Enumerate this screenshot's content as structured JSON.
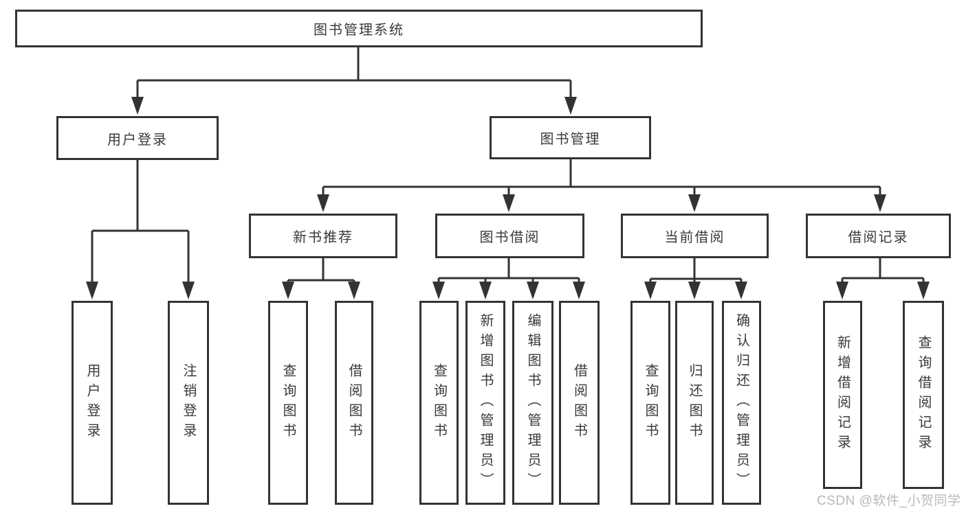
{
  "colors": {
    "line": "#333333",
    "box_border": "#333333",
    "text": "#3a3a3a",
    "background": "#ffffff",
    "watermark": "#b9b9b9"
  },
  "watermark": {
    "text": "CSDN @软件_小贺同学"
  },
  "tree": {
    "root": {
      "label": "图书管理系统"
    },
    "branches": [
      {
        "label": "用户登录",
        "children": [
          {
            "label": "用户登录"
          },
          {
            "label": "注销登录"
          }
        ]
      },
      {
        "label": "图书管理",
        "children": [
          {
            "label": "新书推荐",
            "children": [
              {
                "label": "查询图书"
              },
              {
                "label": "借阅图书"
              }
            ]
          },
          {
            "label": "图书借阅",
            "children": [
              {
                "label": "查询图书"
              },
              {
                "label": "新增图书（管理员）"
              },
              {
                "label": "编辑图书（管理员）"
              },
              {
                "label": "借阅图书"
              }
            ]
          },
          {
            "label": "当前借阅",
            "children": [
              {
                "label": "查询图书"
              },
              {
                "label": "归还图书"
              },
              {
                "label": "确认归还（管理员）"
              }
            ]
          },
          {
            "label": "借阅记录",
            "children": [
              {
                "label": "新增借阅记录"
              },
              {
                "label": "查询借阅记录"
              }
            ]
          }
        ]
      }
    ]
  }
}
